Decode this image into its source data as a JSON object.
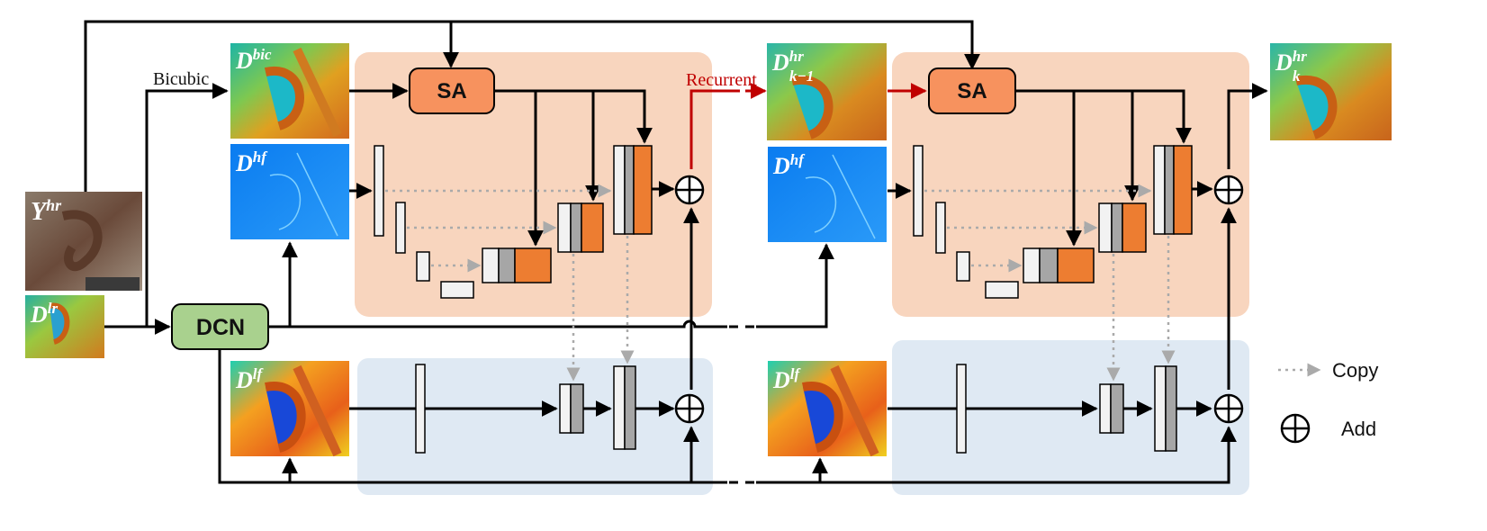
{
  "labels": {
    "bicubic": "Bicubic",
    "recurrent": "Recurrent",
    "sa_left": "SA",
    "sa_right": "SA",
    "dcn": "DCN",
    "copy": "Copy",
    "add": "Add"
  },
  "images": {
    "y_hr": {
      "base": "Y",
      "sup": "hr"
    },
    "d_lr": {
      "base": "D",
      "sup": "lr"
    },
    "d_bic": {
      "base": "D",
      "sup": "bic"
    },
    "d_hf_1": {
      "base": "D",
      "sup": "hf"
    },
    "d_hf_2": {
      "base": "D",
      "sup": "hf"
    },
    "d_lf_1": {
      "base": "D",
      "sup": "lf"
    },
    "d_lf_2": {
      "base": "D",
      "sup": "lf"
    },
    "d_k_1": {
      "base": "D",
      "sup": "hr",
      "sub": "k−1"
    },
    "d_k": {
      "base": "D",
      "sup": "hr",
      "sub": "k"
    }
  },
  "colors": {
    "orange_panel": "#f8d5be",
    "blue_panel": "#dfe9f3",
    "sa_fill": "#f7925e",
    "dcn_fill": "#a9d18e",
    "recurrent": "#c00000",
    "copy_arrow": "#aaaaaa",
    "feature_orange": "#ed7d31",
    "feature_gray": "#a6a6a6"
  }
}
